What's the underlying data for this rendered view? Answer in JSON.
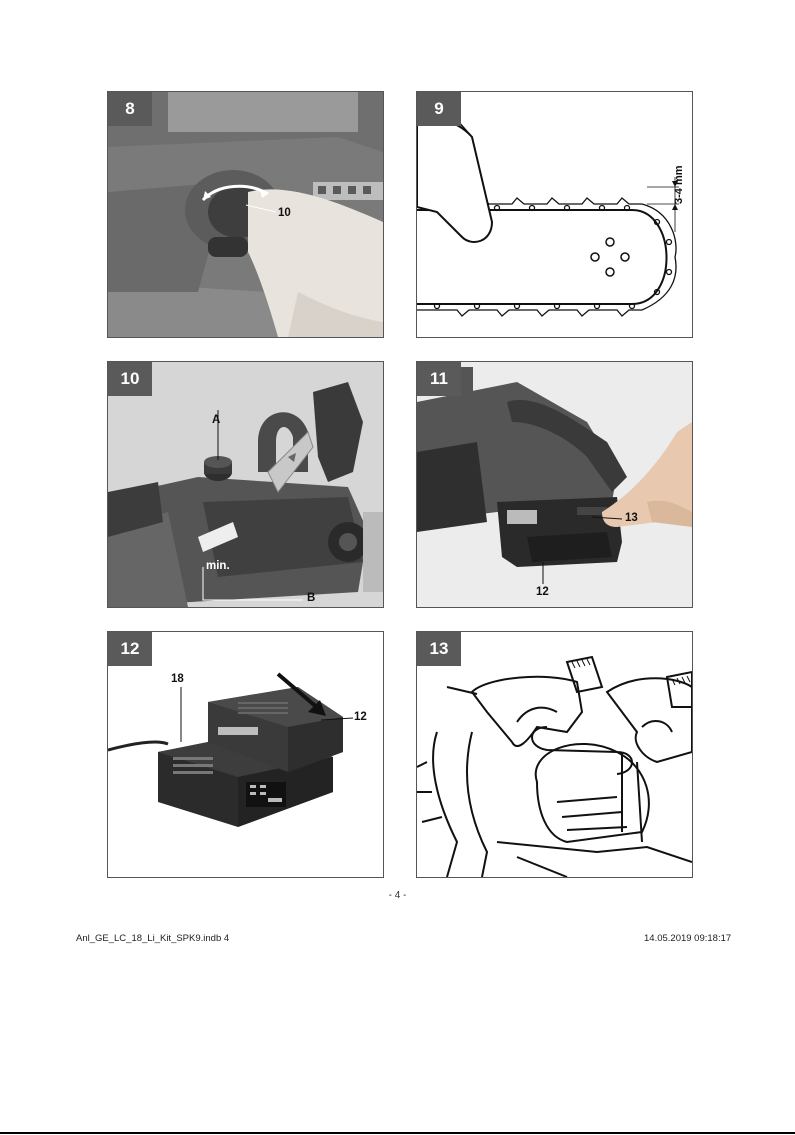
{
  "figures": [
    {
      "number": "8",
      "callouts": [
        "10"
      ]
    },
    {
      "number": "9",
      "callouts": [
        "3-4 mm"
      ]
    },
    {
      "number": "10",
      "callouts": [
        "A",
        "min.",
        "B"
      ]
    },
    {
      "number": "11",
      "callouts": [
        "13",
        "12"
      ]
    },
    {
      "number": "12",
      "callouts": [
        "18",
        "12"
      ]
    },
    {
      "number": "13",
      "callouts": []
    }
  ],
  "page_number": "- 4 -",
  "footer": {
    "left": "Anl_GE_LC_18_Li_Kit_SPK9.indb   4",
    "right": "14.05.2019   09:18:17"
  }
}
